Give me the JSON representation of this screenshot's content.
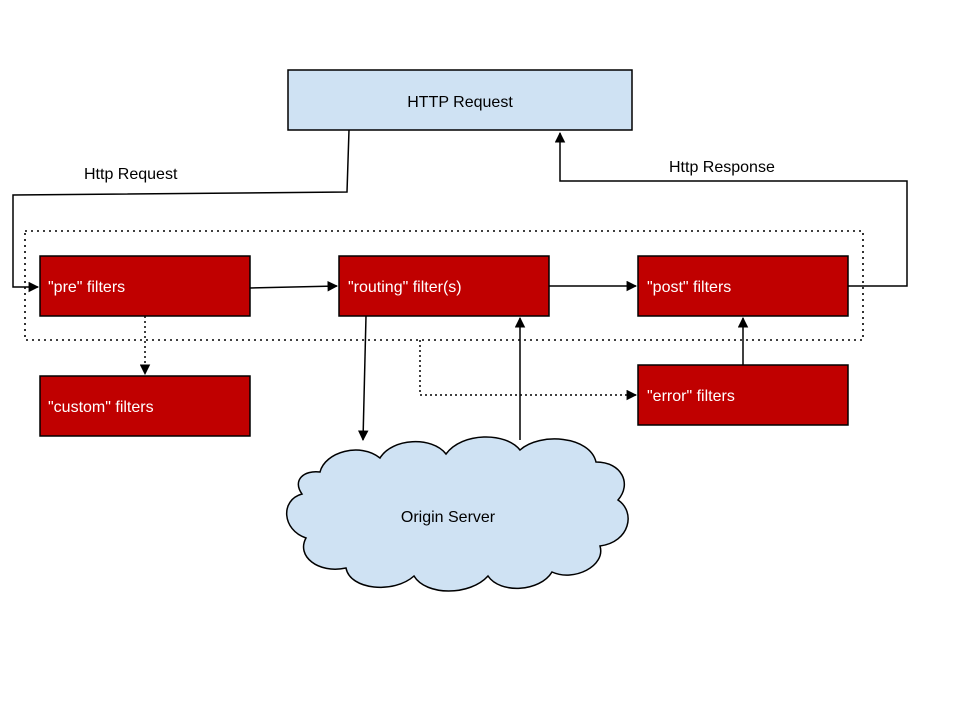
{
  "colors": {
    "request_fill": "#cfe2f3",
    "filter_fill": "#c00000",
    "cloud_fill": "#cfe2f3",
    "stroke": "#000000",
    "filter_text": "#ffffff"
  },
  "nodes": {
    "http_request": "HTTP Request",
    "pre_filters": "\"pre\" filters",
    "routing_filters": "\"routing\" filter(s)",
    "post_filters": "\"post\" filters",
    "custom_filters": "\"custom\" filters",
    "error_filters": "\"error\" filters",
    "origin_server": "Origin Server"
  },
  "edges": {
    "http_request_label": "Http Request",
    "http_response_label": "Http Response"
  }
}
